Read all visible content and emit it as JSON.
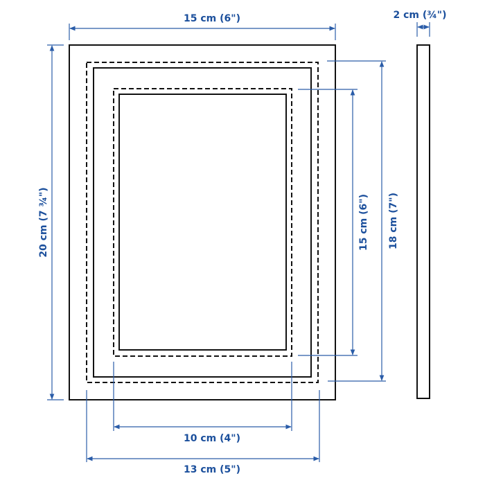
{
  "colors": {
    "dimension": "#1b4f9c",
    "outline": "#111111"
  },
  "dimensions": {
    "frame_width": "15 cm (6\")",
    "frame_height": "20 cm (7 ¾\")",
    "depth": "2 cm (¾\")",
    "mat_outer_height": "18 cm (7\")",
    "mat_inner_height": "15 cm (6\")",
    "mat_inner_width": "10 cm (4\")",
    "mat_outer_width": "13 cm (5\")"
  }
}
